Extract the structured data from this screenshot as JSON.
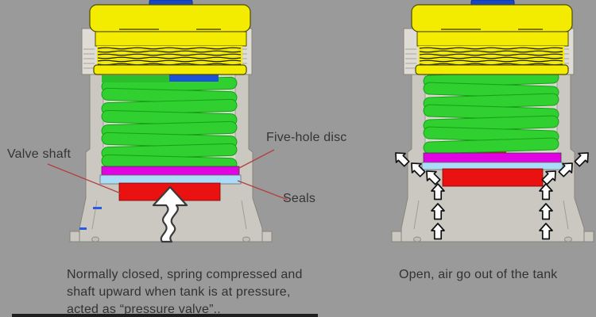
{
  "scene": {
    "background_color": "#9b9a9b"
  },
  "annotations": {
    "valve_shaft": "Valve shaft",
    "five_hole_disc": "Five-hole disc",
    "seals": "Seals"
  },
  "captions": {
    "closed_valve": "Normally closed, spring compressed and\nshaft upward when tank is at pressure,\nacted as “pressure valve”..",
    "open_valve": "Open, air go out of the tank"
  },
  "valves": [
    {
      "id": "left",
      "state": "closed",
      "flow_indicator": "single-wavy-up-arrow"
    },
    {
      "id": "right",
      "state": "open",
      "flow_indicator": "air-out-arrows",
      "arrow_count": 12
    }
  ],
  "colors": {
    "background": "#9b9a9b",
    "cap_yellow": "#f4ec00",
    "knob_blue": "#1747cb",
    "spring_seat_blue": "#1c52d8",
    "spring_green": "#2fd02f",
    "shaft_red": "#ea1111",
    "disc_magenta": "#e203e2",
    "seal_light_blue": "#aadcf7",
    "housing_gray": "#cbc8c1",
    "leader_line_red": "#b04040",
    "flow_arrow": "#ffffff",
    "text": "#343434"
  }
}
